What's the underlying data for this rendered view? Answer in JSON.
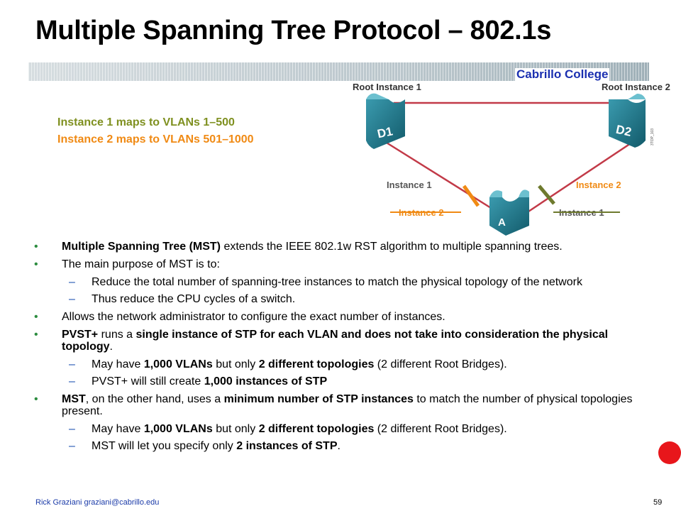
{
  "title": "Multiple Spanning Tree Protocol – 802.1s",
  "college": "Cabrillo College",
  "instance_maps": {
    "line1": "Instance 1 maps to VLANs 1–500",
    "line2": "Instance 2 maps to VLANs 501–1000"
  },
  "diagram": {
    "root1_label": "Root Instance 1",
    "root2_label": "Root Instance 2",
    "switch_d1": "D1",
    "switch_d2": "D2",
    "switch_a": "A",
    "left_forward": "Instance 1",
    "left_blocked": "Instance 2",
    "right_forward": "Instance 2",
    "right_blocked": "Instance 1",
    "image_code": "3TOP_103",
    "colors": {
      "link": "#c23a48",
      "switch": "#1e7b8f",
      "orange": "#f08a14",
      "olive": "#6e7a2e"
    }
  },
  "bullets": [
    {
      "parts": [
        {
          "t": "Multiple Spanning Tree (MST)",
          "b": true
        },
        {
          "t": " extends the IEEE 802.1w RST algorithm to multiple spanning trees."
        }
      ]
    },
    {
      "parts": [
        {
          "t": "The main purpose of MST is to:"
        }
      ],
      "sub": [
        [
          {
            "t": "Reduce the total number of spanning-tree instances to match the physical topology of the network"
          }
        ],
        [
          {
            "t": "Thus reduce the CPU cycles of a switch."
          }
        ]
      ]
    },
    {
      "parts": [
        {
          "t": "Allows the network administrator to configure the exact number of instances."
        }
      ]
    },
    {
      "parts": [
        {
          "t": "PVST+",
          "b": true
        },
        {
          "t": " runs a "
        },
        {
          "t": "single instance of STP for each VLAN and does not take into consideration the physical topology",
          "b": true
        },
        {
          "t": "."
        }
      ],
      "sub": [
        [
          {
            "t": "May have "
          },
          {
            "t": "1,000 VLANs",
            "b": true
          },
          {
            "t": " but only "
          },
          {
            "t": "2 different topologies",
            "b": true
          },
          {
            "t": " (2 different Root Bridges)."
          }
        ],
        [
          {
            "t": "PVST+ will still create "
          },
          {
            "t": "1,000 instances of STP",
            "b": true
          }
        ]
      ]
    },
    {
      "parts": [
        {
          "t": "MST",
          "b": true
        },
        {
          "t": ", on the other hand, uses a "
        },
        {
          "t": "minimum number of STP instances",
          "b": true
        },
        {
          "t": " to match the number of physical topologies present."
        }
      ],
      "sub": [
        [
          {
            "t": "May have "
          },
          {
            "t": "1,000 VLANs",
            "b": true
          },
          {
            "t": " but only "
          },
          {
            "t": "2 different topologies",
            "b": true
          },
          {
            "t": " (2 different Root Bridges)."
          }
        ],
        [
          {
            "t": "MST will let you specify only "
          },
          {
            "t": "2 instances of STP",
            "b": true
          },
          {
            "t": "."
          }
        ]
      ]
    }
  ],
  "footer": {
    "author": "Rick Graziani  graziani@cabrillo.edu",
    "page": "59"
  }
}
